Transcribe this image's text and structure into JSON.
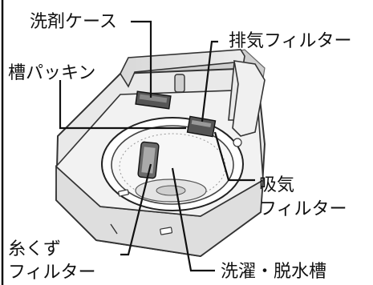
{
  "labels": {
    "detergent_case": "洗剤ケース",
    "drain_filter": "排気フィルター",
    "tub_packing": "槽パッキン",
    "intake_filter_line1": "吸気",
    "intake_filter_line2": "フィルター",
    "lint_filter_line1": "糸くず",
    "lint_filter_line2": "フィルター",
    "wash_spin_tub": "洗濯・脱水槽"
  }
}
